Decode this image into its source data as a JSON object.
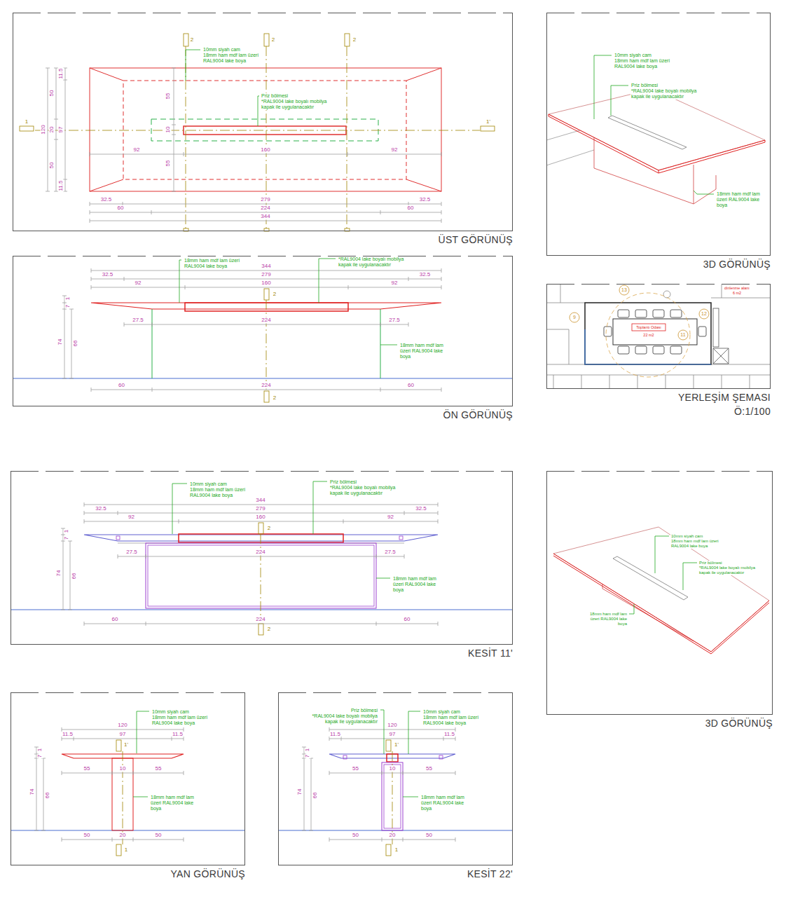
{
  "diagram": {
    "nodes": [
      {
        "text": [
          "ÜST GÖRÜNÜŞ"
        ]
      },
      {
        "text": [
          "3D GÖRÜNÜŞ"
        ]
      },
      {
        "text": [
          "ÖN GÖRÜNÜŞ"
        ]
      },
      {
        "text": [
          "YERLEŞİM ŞEMASI",
          "Ö:1/100"
        ]
      },
      {
        "text": [
          "KESİT 11'"
        ]
      },
      {
        "text": [
          "3D GÖRÜNÜŞ"
        ]
      },
      {
        "text": [
          "YAN GÖRÜNÜŞ"
        ]
      },
      {
        "text": [
          "KESİT 22'"
        ]
      }
    ],
    "labels": [
      "2",
      "2",
      "2",
      "1",
      "1'",
      "10mm siyah cam",
      "18mm ham mdf lam üzeri",
      "RAL9004 lake boya",
      "Priz bölmesi",
      "*RAL9004 lake boyalı mobilya",
      "kapak ile uygulanacaktır",
      "11.5",
      "50",
      "120",
      "20",
      "97",
      "50",
      "11.5",
      "55",
      "10",
      "55",
      "92",
      "160",
      "92",
      "32.5",
      "279",
      "32.5",
      "60",
      "224",
      "60",
      "344",
      "18mm ham mdf lam üzeri",
      "RAL9004 lake boya",
      "*RAL9004 lake boyalı mobilya",
      "kapak ile uygulanacaktır",
      "344",
      "32.5",
      "279",
      "32.5",
      "92",
      "160",
      "92",
      "2",
      "27.5",
      "224",
      "27.5",
      "1",
      "7",
      "74",
      "66",
      "18mm ham mdf lam",
      "üzeri RAL9004 lake",
      "boya",
      "60",
      "224",
      "60",
      "2",
      "10mm siyah cam",
      "18mm ham mdf lam üzeri",
      "RAL9004 lake boya",
      "Priz bölmesi",
      "*RAL9004 lake boyalı mobilya",
      "kapak ile uygulanacaktır",
      "18mm ham mdf lam",
      "üzeri RAL9004 lake",
      "boya",
      "13",
      "dinlenme alanı",
      "6 m2",
      "9",
      "Toplantı Odası",
      "22 m2",
      "11",
      "12",
      "10mm siyah cam",
      "18mm ham mdf lam üzeri",
      "RAL9004 lake boya",
      "Priz bölmesi",
      "*RAL9004 lake boyalı mobilya",
      "kapak ile uygulanacaktır",
      "344",
      "32.5",
      "279",
      "32.5",
      "92",
      "160",
      "92",
      "2",
      "27.5",
      "224",
      "27.5",
      "1",
      "7",
      "74",
      "66",
      "18mm ham mdf lam",
      "üzeri RAL9004 lake",
      "boya",
      "60",
      "224",
      "60",
      "2",
      "10mm siyah cam",
      "18mm ham mdf lam üzeri",
      "RAL9004 lake boya",
      "Priz bölmesi",
      "*RAL9004 lake boyalı mobilya",
      "kapak ile uygulanacaktır",
      "18mm ham mdf lam",
      "üzeri RAL9004 lake",
      "boya",
      "10mm siyah cam",
      "18mm ham mdf lam üzeri",
      "RAL9004 lake boya",
      "120",
      "11.5",
      "97",
      "11.5",
      "1'",
      "1",
      "7",
      "74",
      "66",
      "55",
      "10",
      "55",
      "18mm ham mdf lam",
      "üzeri RAL9004 lake",
      "boya",
      "50",
      "20",
      "50",
      "1",
      "Priz bölmesi",
      "*RAL9004 lake boyalı mobilya",
      "kapak ile uygulanacaktır",
      "10mm siyah cam",
      "18mm ham mdf lam üzeri",
      "RAL9004 lake boya",
      "120",
      "11.5",
      "97",
      "11.5",
      "1'",
      "1",
      "7",
      "74",
      "66",
      "55",
      "10",
      "55",
      "18mm ham mdf lam",
      "üzeri RAL9004 lake",
      "boya",
      "50",
      "20",
      "50",
      "1"
    ]
  }
}
